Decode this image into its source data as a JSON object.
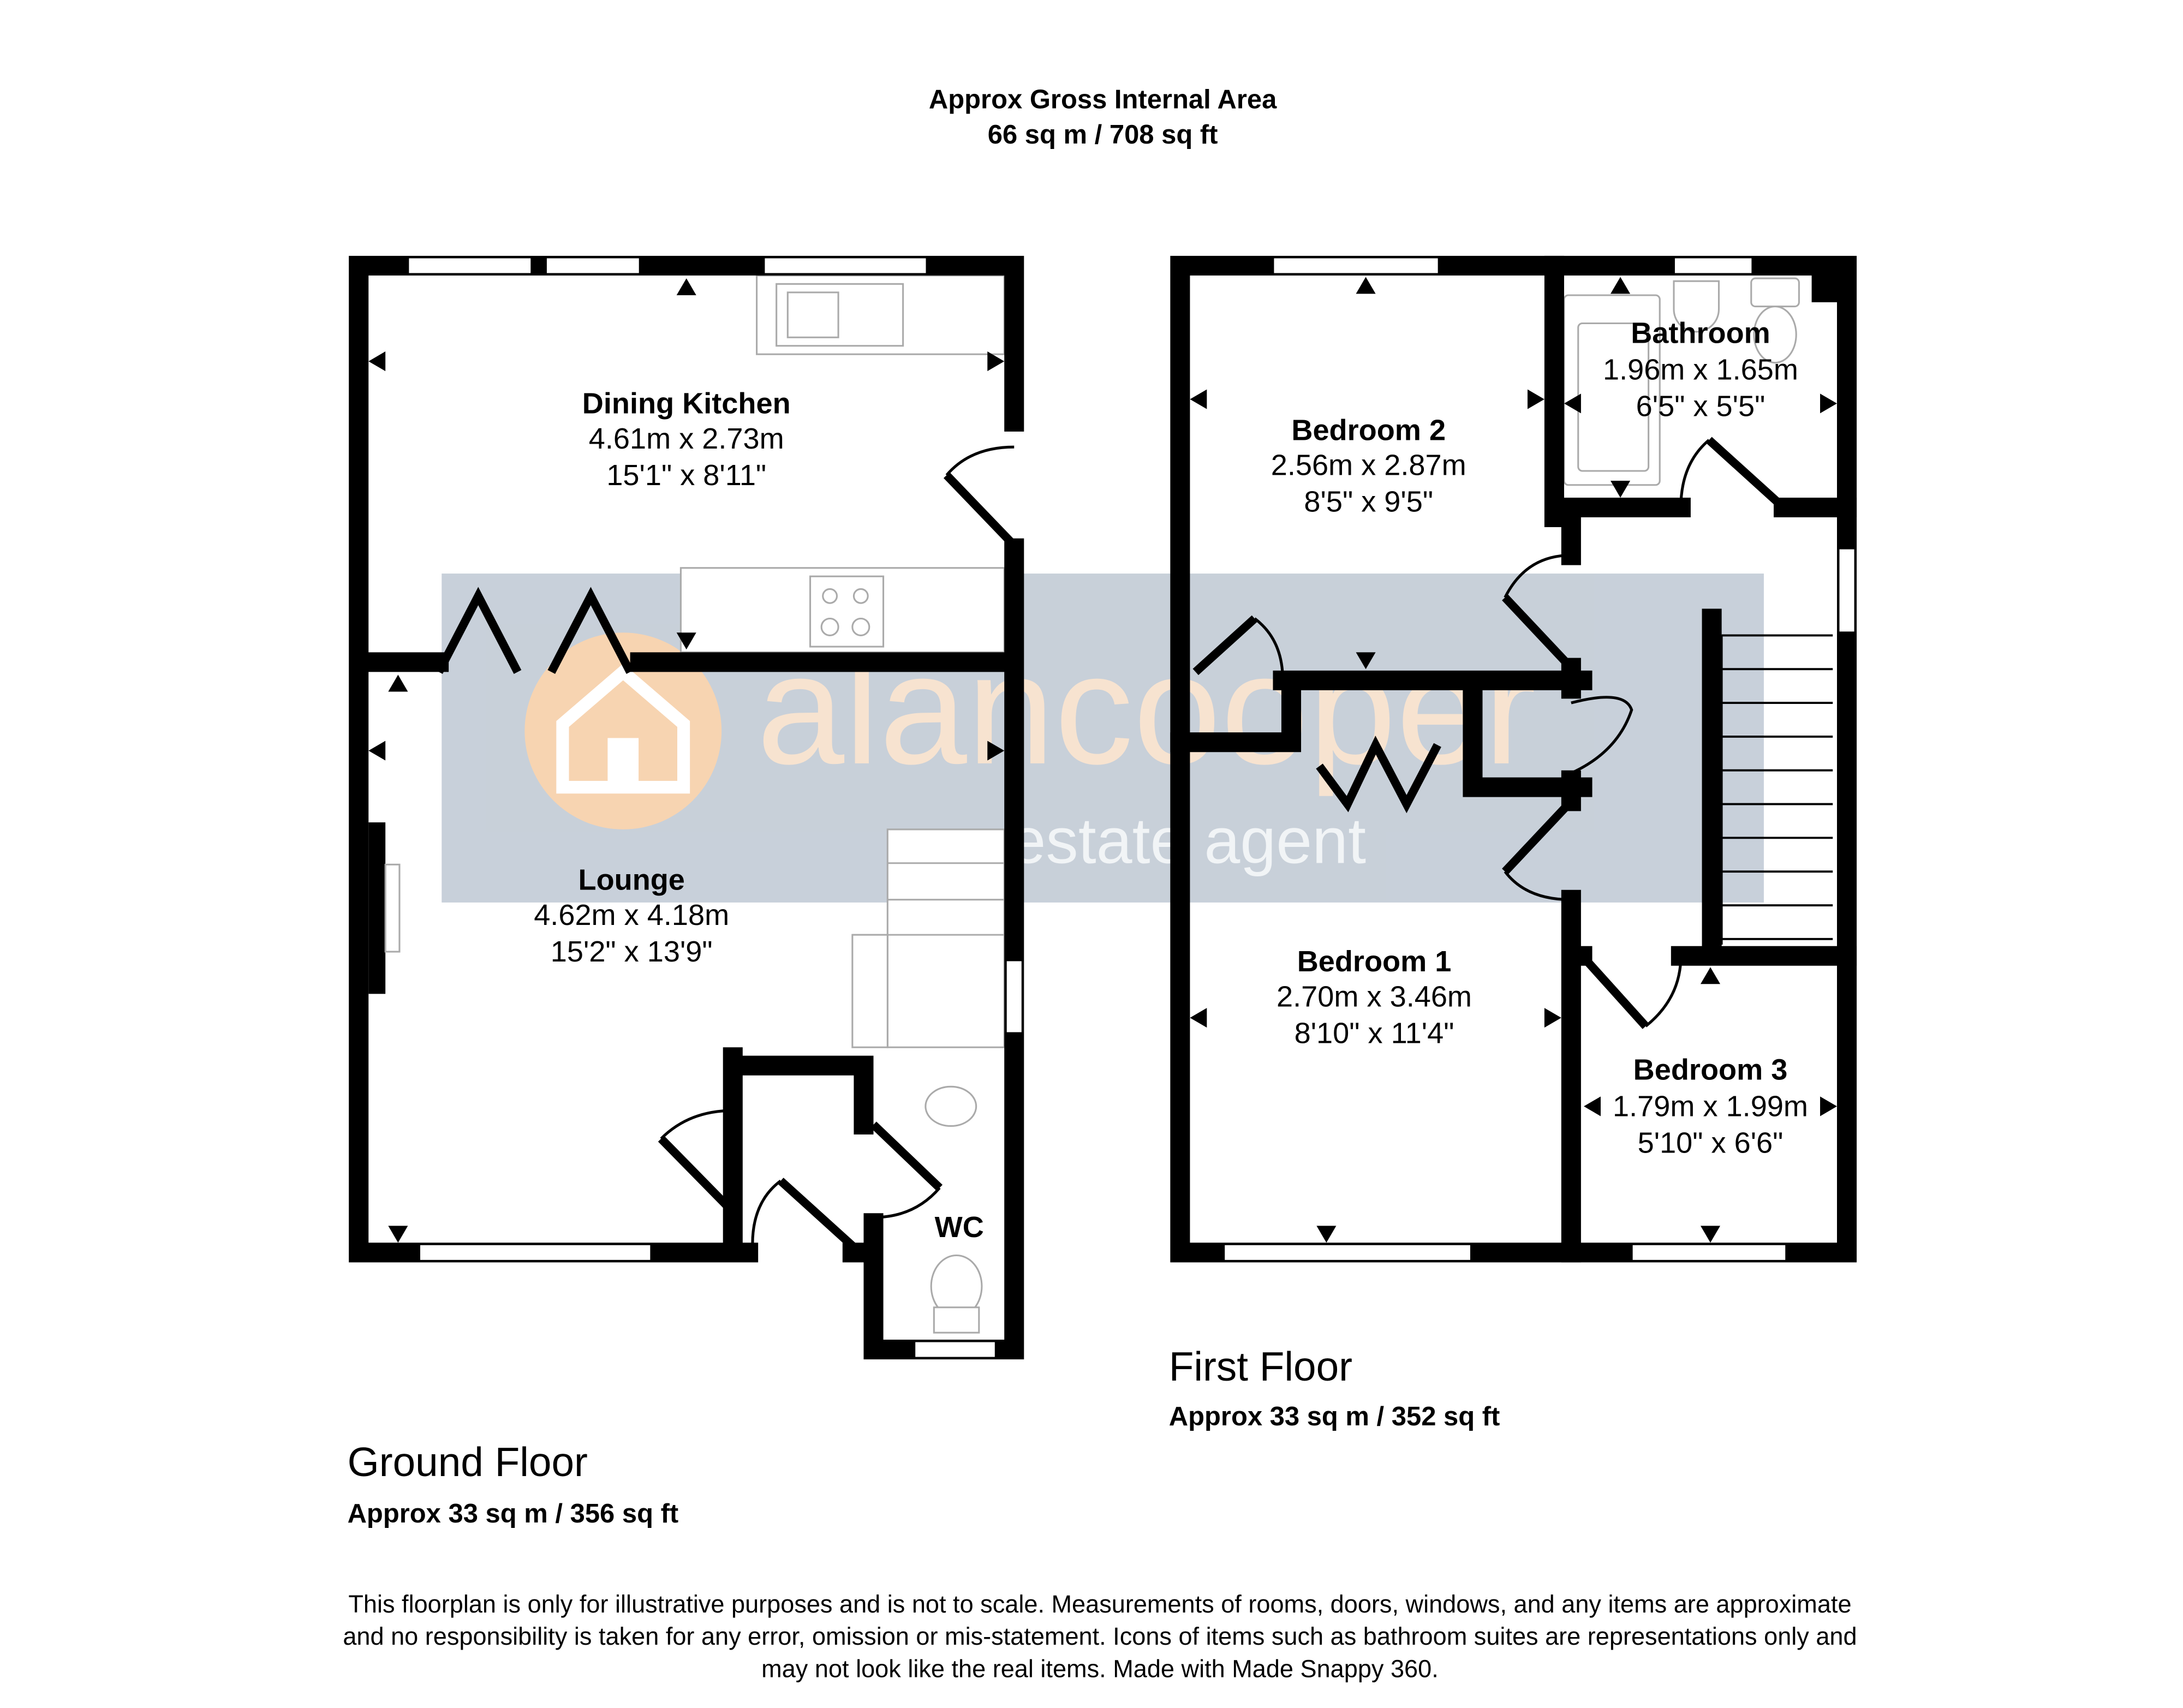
{
  "header": {
    "title": "Approx Gross Internal Area",
    "area": "66 sq m / 708 sq ft"
  },
  "floors": {
    "ground": {
      "label": "Ground Floor",
      "area": "Approx 33 sq m / 356 sq ft"
    },
    "first": {
      "label": "First Floor",
      "area": "Approx 33 sq m / 352 sq ft"
    }
  },
  "rooms": {
    "dining_kitchen": {
      "name": "Dining Kitchen",
      "metric": "4.61m x 2.73m",
      "imperial": "15'1\" x 8'11\""
    },
    "lounge": {
      "name": "Lounge",
      "metric": "4.62m x 4.18m",
      "imperial": "15'2\" x 13'9\""
    },
    "wc": {
      "name": "WC"
    },
    "bedroom2": {
      "name": "Bedroom 2",
      "metric": "2.56m x 2.87m",
      "imperial": "8'5\" x 9'5\""
    },
    "bathroom": {
      "name": "Bathroom",
      "metric": "1.96m x 1.65m",
      "imperial": "6'5\" x 5'5\""
    },
    "bedroom1": {
      "name": "Bedroom 1",
      "metric": "2.70m x 3.46m",
      "imperial": "8'10\" x 11'4\""
    },
    "bedroom3": {
      "name": "Bedroom 3",
      "metric": "1.79m x 1.99m",
      "imperial": "5'10\" x 6'6\""
    }
  },
  "watermark": {
    "brand": "alancooper",
    "tagline": "estate agent"
  },
  "disclaimer": [
    "This floorplan is only for illustrative purposes and is not to scale. Measurements of rooms, doors, windows, and any items are approximate",
    "and no responsibility is taken for any error, omission or mis-statement. Icons of items such as bathroom suites are representations only and",
    "may not look like the real items. Made with Made Snappy 360."
  ]
}
